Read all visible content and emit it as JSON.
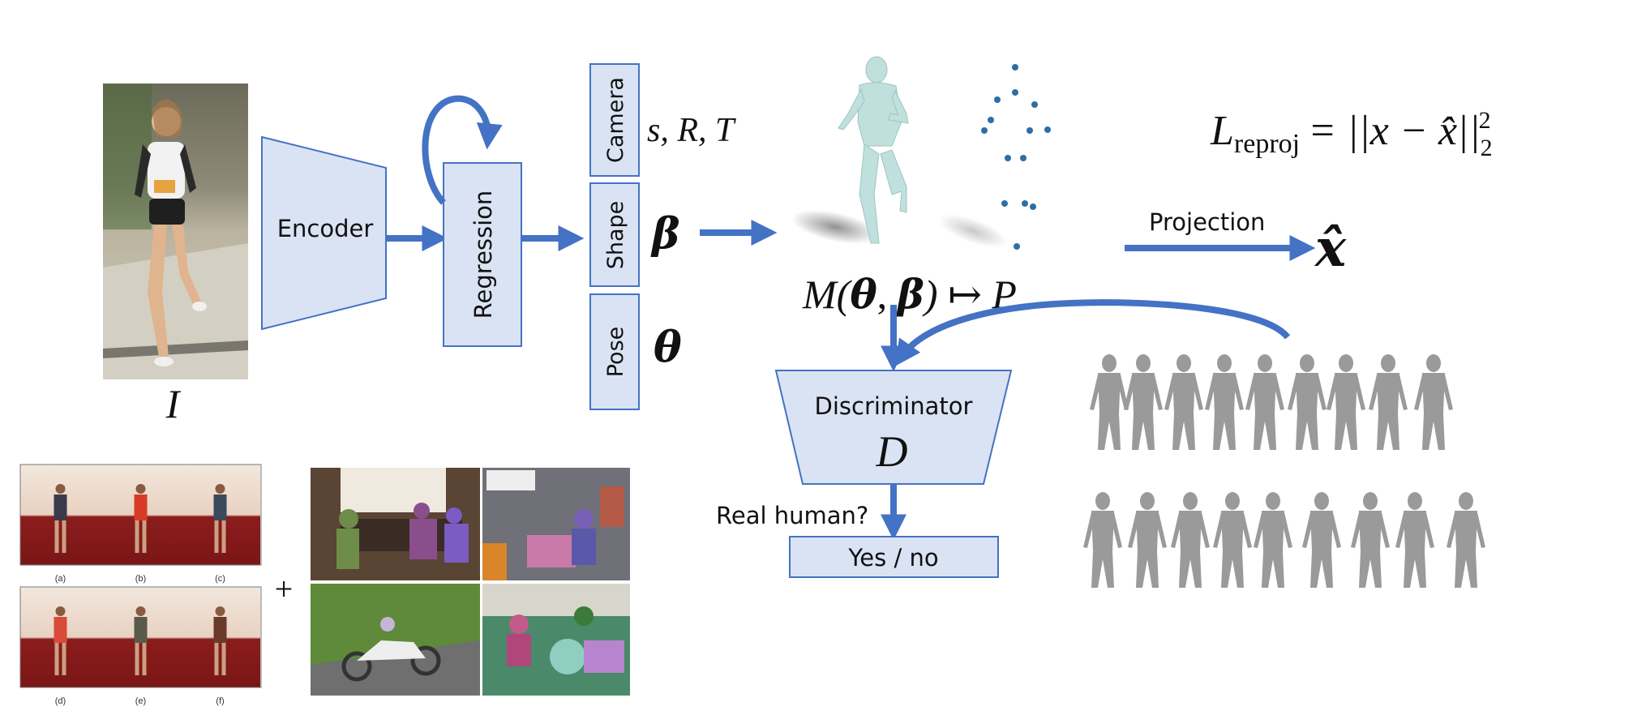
{
  "colors": {
    "box_fill": "#dae3f3",
    "box_stroke": "#4472c4",
    "arrow": "#4472c4",
    "joint": "#2e6ea6",
    "mesh_body": "#bfe0dc",
    "mesh_gallery": "#9a9a9a"
  },
  "input": {
    "image_label": "I"
  },
  "encoder": {
    "label": "Encoder"
  },
  "regression": {
    "label": "Regression"
  },
  "params": [
    {
      "box_label": "Camera",
      "symbol": "s, R, T"
    },
    {
      "box_label": "Shape",
      "symbol": "β"
    },
    {
      "box_label": "Pose",
      "symbol": "θ"
    }
  ],
  "model": {
    "formula_prefix": "M(",
    "formula_theta": "θ",
    "formula_comma": ", ",
    "formula_beta": "β",
    "formula_suffix": ") ↦ P"
  },
  "projection": {
    "label": "Projection",
    "output_symbol": "x̂"
  },
  "loss": {
    "lhs": "L",
    "subscript": "reproj",
    "rhs": "= ||x − x̂||",
    "sub2": "2",
    "sup2": "2"
  },
  "discriminator": {
    "label": "Discriminator",
    "symbol": "D",
    "question": "Real human?",
    "output": "Yes / no"
  },
  "datasets": {
    "mocap_captions": [
      "(a)",
      "(b)",
      "(c)",
      "(d)",
      "(e)",
      "(f)"
    ],
    "plus": "+"
  },
  "joints_2d": [
    [
      1252,
      83
    ],
    [
      1252,
      114
    ],
    [
      1230,
      123
    ],
    [
      1276,
      129
    ],
    [
      1222,
      148
    ],
    [
      1214,
      161
    ],
    [
      1270,
      161
    ],
    [
      1292,
      160
    ],
    [
      1243,
      195
    ],
    [
      1262,
      195
    ],
    [
      1239,
      251
    ],
    [
      1264,
      251
    ],
    [
      1274,
      255
    ],
    [
      1254,
      304
    ]
  ]
}
